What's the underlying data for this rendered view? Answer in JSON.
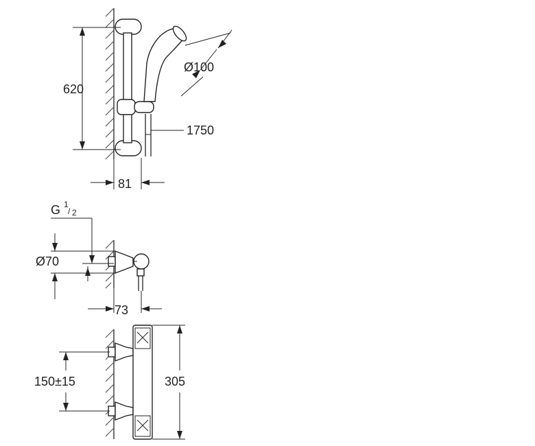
{
  "views": {
    "shower_set": {
      "height_label": "620",
      "diameter_label": "Ø100",
      "hose_label": "1750",
      "depth_label": "81"
    },
    "side_view": {
      "thread_label_main": "G",
      "thread_label_num": "1",
      "thread_label_den": "2",
      "rosette_label": "Ø70",
      "projection_label": "73"
    },
    "front_view": {
      "centers_label": "150±15",
      "body_length_label": "305"
    }
  }
}
